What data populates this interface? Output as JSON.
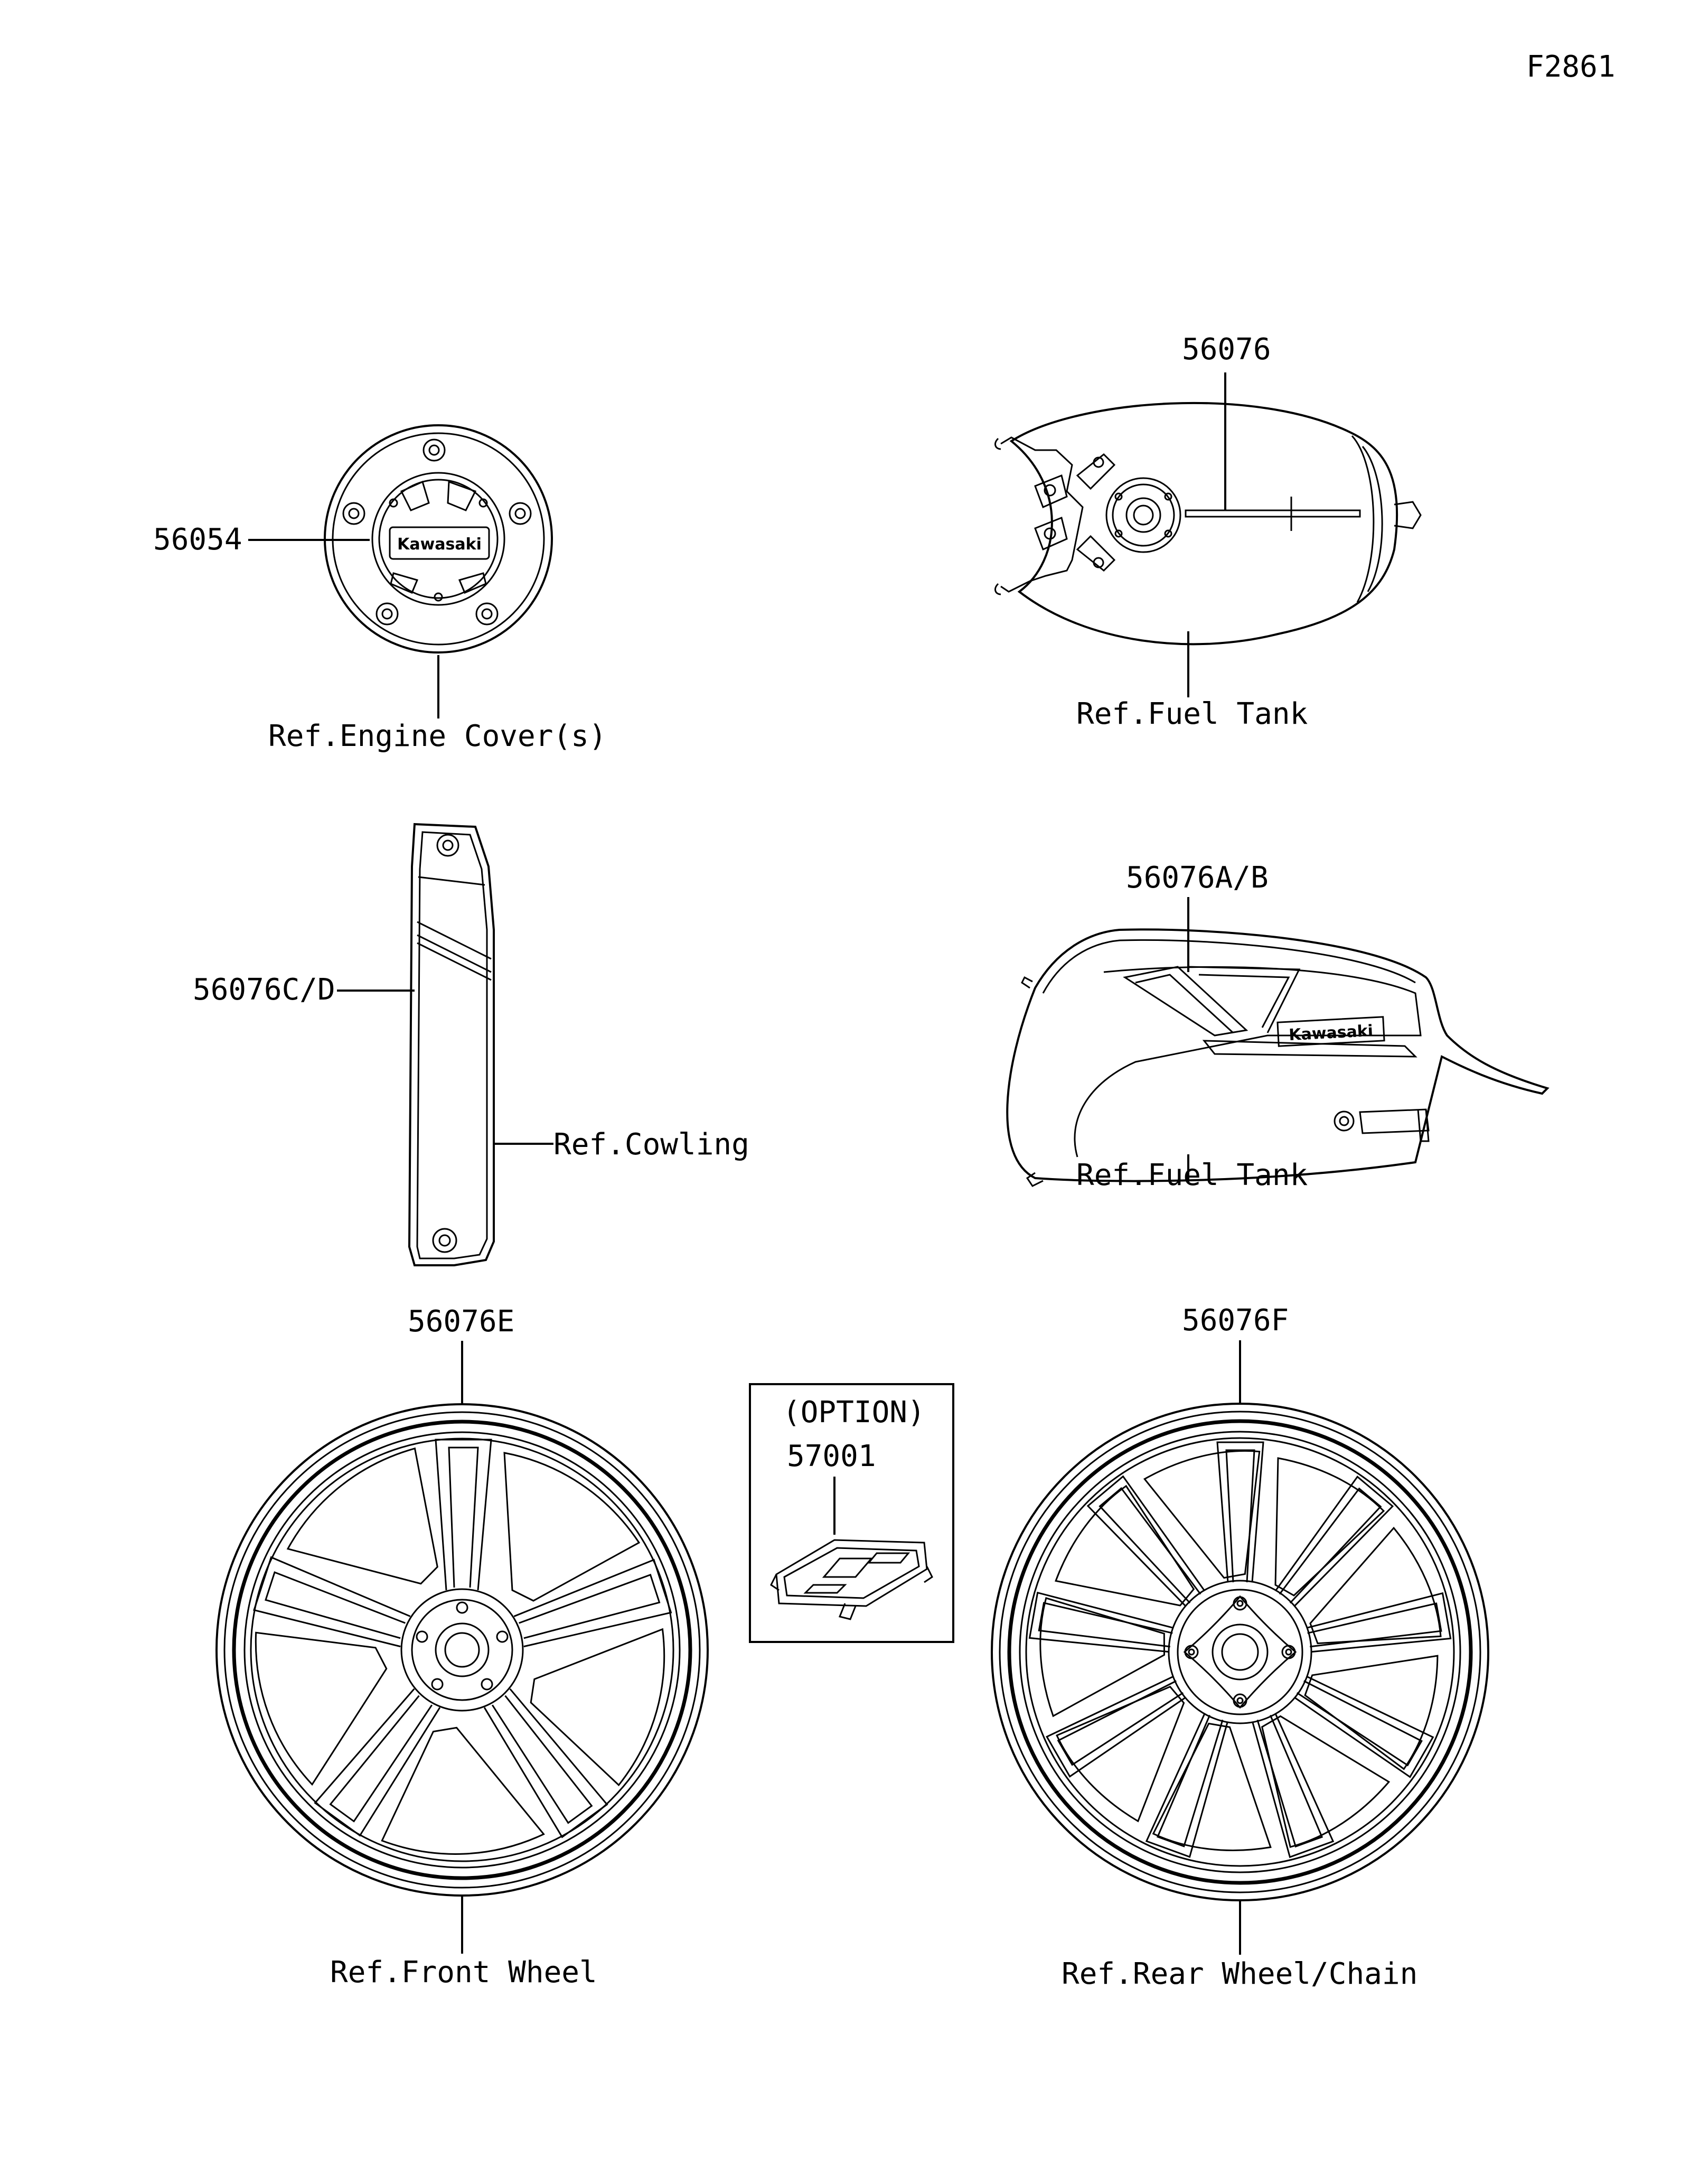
{
  "figure_code": "F2861",
  "callouts": {
    "engine_emblem_part": "56054",
    "engine_ref": "Ref.Engine Cover(s)",
    "tank_top_part": "56076",
    "tank_top_ref": "Ref.Fuel Tank",
    "cowling_part": "56076C/D",
    "cowling_ref": "Ref.Cowling",
    "tank_side_part": "56076A/B",
    "tank_side_ref": "Ref.Fuel Tank",
    "front_wheel_part": "56076E",
    "front_wheel_ref": "Ref.Front Wheel",
    "option_label": "(OPTION)",
    "option_part": "57001",
    "rear_wheel_part": "56076F",
    "rear_wheel_ref": "Ref.Rear Wheel/Chain"
  },
  "brand_marks": {
    "cover_logo": "Kawasaki",
    "tank_logo": "Kawasaki"
  }
}
